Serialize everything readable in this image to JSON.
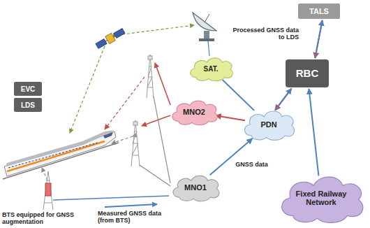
{
  "diagram": {
    "nodes": [
      {
        "text": [
          "TALS"
        ]
      },
      {
        "text": [
          "SAT."
        ]
      },
      {
        "text": [
          "RBC"
        ]
      },
      {
        "text": [
          "EVC"
        ]
      },
      {
        "text": [
          "LDS"
        ]
      },
      {
        "text": [
          "MNO2"
        ]
      },
      {
        "text": [
          "PDN"
        ]
      },
      {
        "text": [
          "MNO1"
        ]
      },
      {
        "text": [
          "Fixed Railway Network"
        ]
      }
    ],
    "edges": [
      {
        "from": 0,
        "to": 2,
        "arrow": "to"
      },
      {
        "from": 2,
        "to": 0,
        "arrow": "to"
      },
      {
        "from": 1,
        "to": 6,
        "arrow": "none"
      },
      {
        "from": 2,
        "to": 6,
        "arrow": "to"
      },
      {
        "from": 6,
        "to": 2,
        "arrow": "to"
      },
      {
        "from": 6,
        "to": 5,
        "arrow": "to"
      },
      {
        "from": 7,
        "to": 6,
        "label": "GNSS data",
        "arrow": "to"
      },
      {
        "from": 8,
        "to": 2,
        "arrow": "to"
      }
    ],
    "labels": [
      "Processed GNSS data to LDS",
      "Measured GNSS data (from BTS)",
      "BTS equipped for GNSS augmentation"
    ]
  }
}
